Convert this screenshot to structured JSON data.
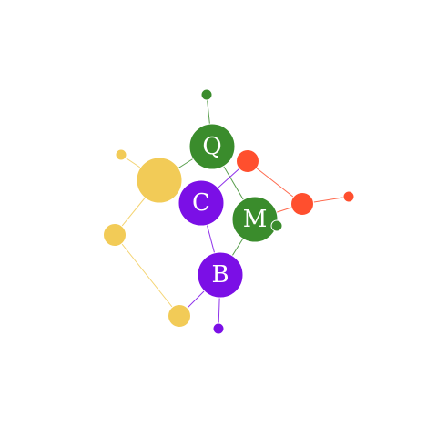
{
  "colors": {
    "green": "#3a8c2c",
    "purple": "#7b0fe6",
    "orange": "#ff4f2e",
    "yellow": "#f2cb57"
  },
  "nodes": [
    {
      "id": "q",
      "label": "Q",
      "color": "green",
      "size": 3
    },
    {
      "id": "c",
      "label": "C",
      "color": "purple",
      "size": 3
    },
    {
      "id": "m",
      "label": "M",
      "color": "green",
      "size": 3
    },
    {
      "id": "b",
      "label": "B",
      "color": "purple",
      "size": 3
    },
    {
      "id": "g1",
      "label": "",
      "color": "green",
      "size": 1
    },
    {
      "id": "g2",
      "label": "",
      "color": "green",
      "size": 1
    },
    {
      "id": "p1",
      "label": "",
      "color": "purple",
      "size": 1
    },
    {
      "id": "o1",
      "label": "",
      "color": "orange",
      "size": 2
    },
    {
      "id": "o2",
      "label": "",
      "color": "orange",
      "size": 2
    },
    {
      "id": "o3",
      "label": "",
      "color": "orange",
      "size": 1
    },
    {
      "id": "y1",
      "label": "",
      "color": "yellow",
      "size": 3
    },
    {
      "id": "y2",
      "label": "",
      "color": "yellow",
      "size": 1
    },
    {
      "id": "y3",
      "label": "",
      "color": "yellow",
      "size": 2
    },
    {
      "id": "y4",
      "label": "",
      "color": "yellow",
      "size": 2
    }
  ],
  "edges": [
    {
      "from": "q",
      "to": "g1",
      "color": "green"
    },
    {
      "from": "q",
      "to": "m",
      "color": "green"
    },
    {
      "from": "q",
      "to": "y1",
      "color": "green"
    },
    {
      "from": "m",
      "to": "b",
      "color": "green"
    },
    {
      "from": "m",
      "to": "g2",
      "color": "green"
    },
    {
      "from": "c",
      "to": "o1",
      "color": "purple"
    },
    {
      "from": "c",
      "to": "b",
      "color": "purple"
    },
    {
      "from": "b",
      "to": "p1",
      "color": "purple"
    },
    {
      "from": "b",
      "to": "y4",
      "color": "purple"
    },
    {
      "from": "o1",
      "to": "o2",
      "color": "orange"
    },
    {
      "from": "o2",
      "to": "o3",
      "color": "orange"
    },
    {
      "from": "o2",
      "to": "m",
      "color": "orange"
    },
    {
      "from": "y1",
      "to": "y2",
      "color": "yellow"
    },
    {
      "from": "y1",
      "to": "y3",
      "color": "yellow"
    },
    {
      "from": "y3",
      "to": "y4",
      "color": "yellow"
    }
  ]
}
